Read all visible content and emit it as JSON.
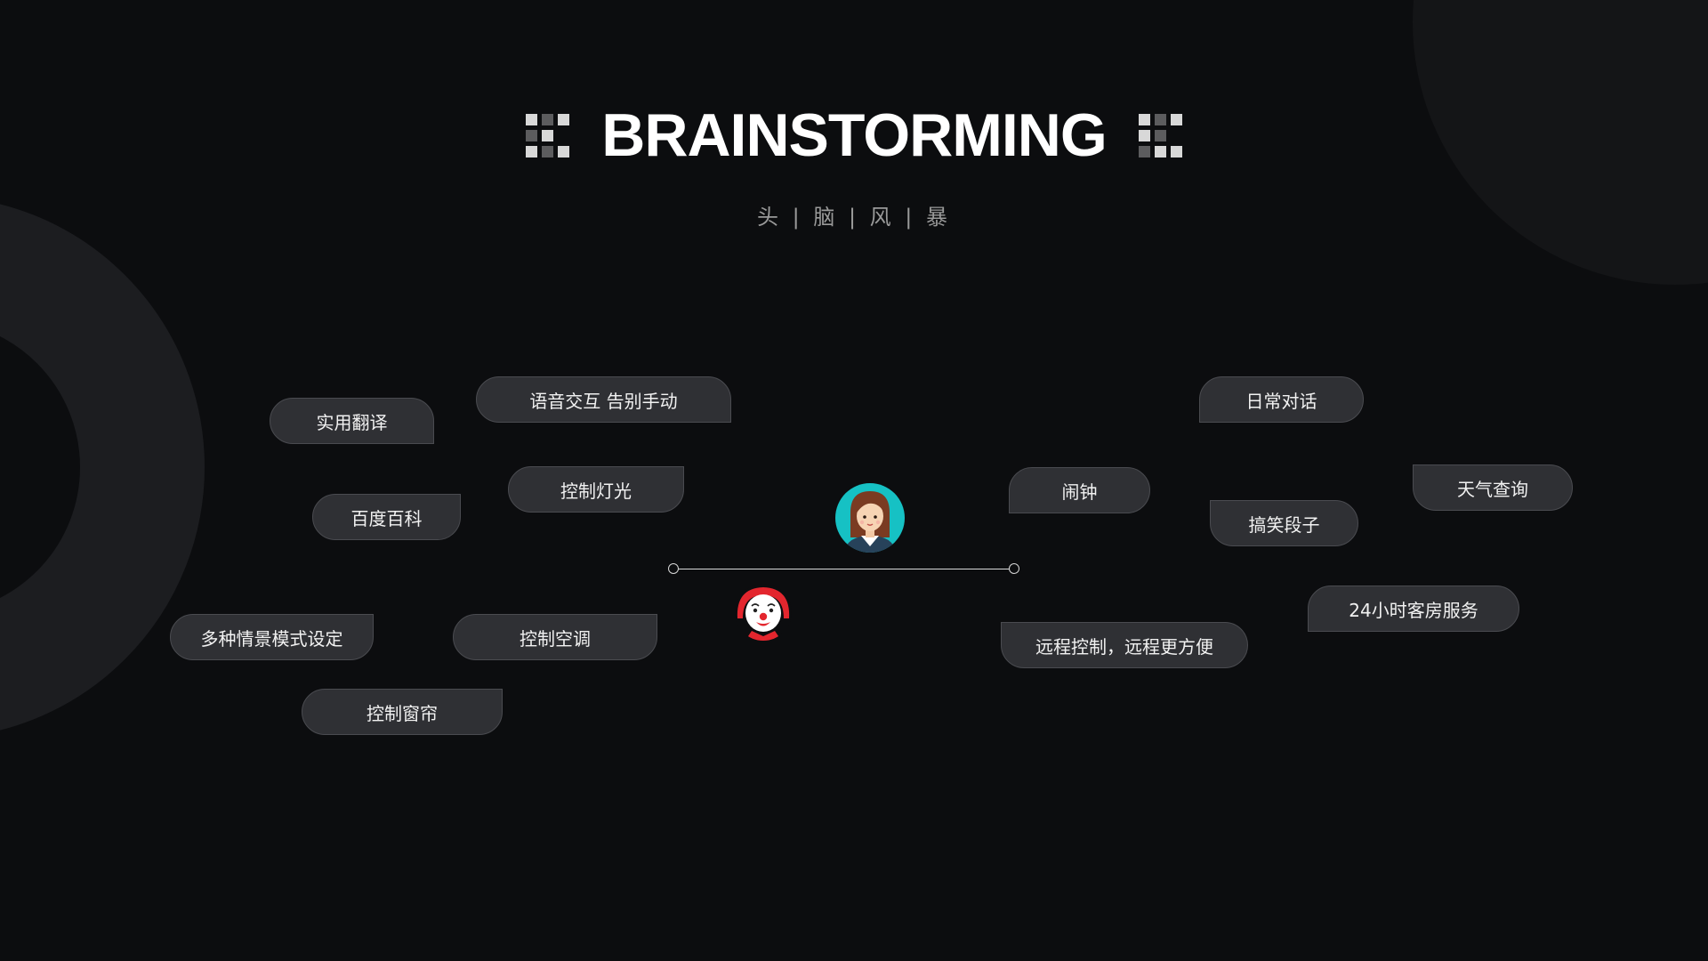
{
  "header": {
    "title": "BRAINSTORMING",
    "subtitle": "头 | 脑 | 风 | 暴",
    "icon_left": "grid-mosaic-icon",
    "icon_right": "grid-mosaic-icon"
  },
  "features_left": {
    "translate": "实用翻译",
    "voice": "语音交互 告别手动",
    "baike": "百度百科",
    "light": "控制灯光",
    "scene": "多种情景模式设定",
    "aircon": "控制空调",
    "curtain": "控制窗帘"
  },
  "features_right": {
    "chat": "日常对话",
    "alarm": "闹钟",
    "joke": "搞笑段子",
    "weather": "天气查询",
    "room_service": "24小时客房服务",
    "remote": "远程控制，远程更方便"
  },
  "avatars": {
    "woman": "woman-avatar-icon",
    "clown": "clown-avatar-icon"
  },
  "colors": {
    "background": "#0c0d0f",
    "pill": "#2f3034",
    "teal_accent": "#16c1c4",
    "red_accent": "#e3262e"
  }
}
